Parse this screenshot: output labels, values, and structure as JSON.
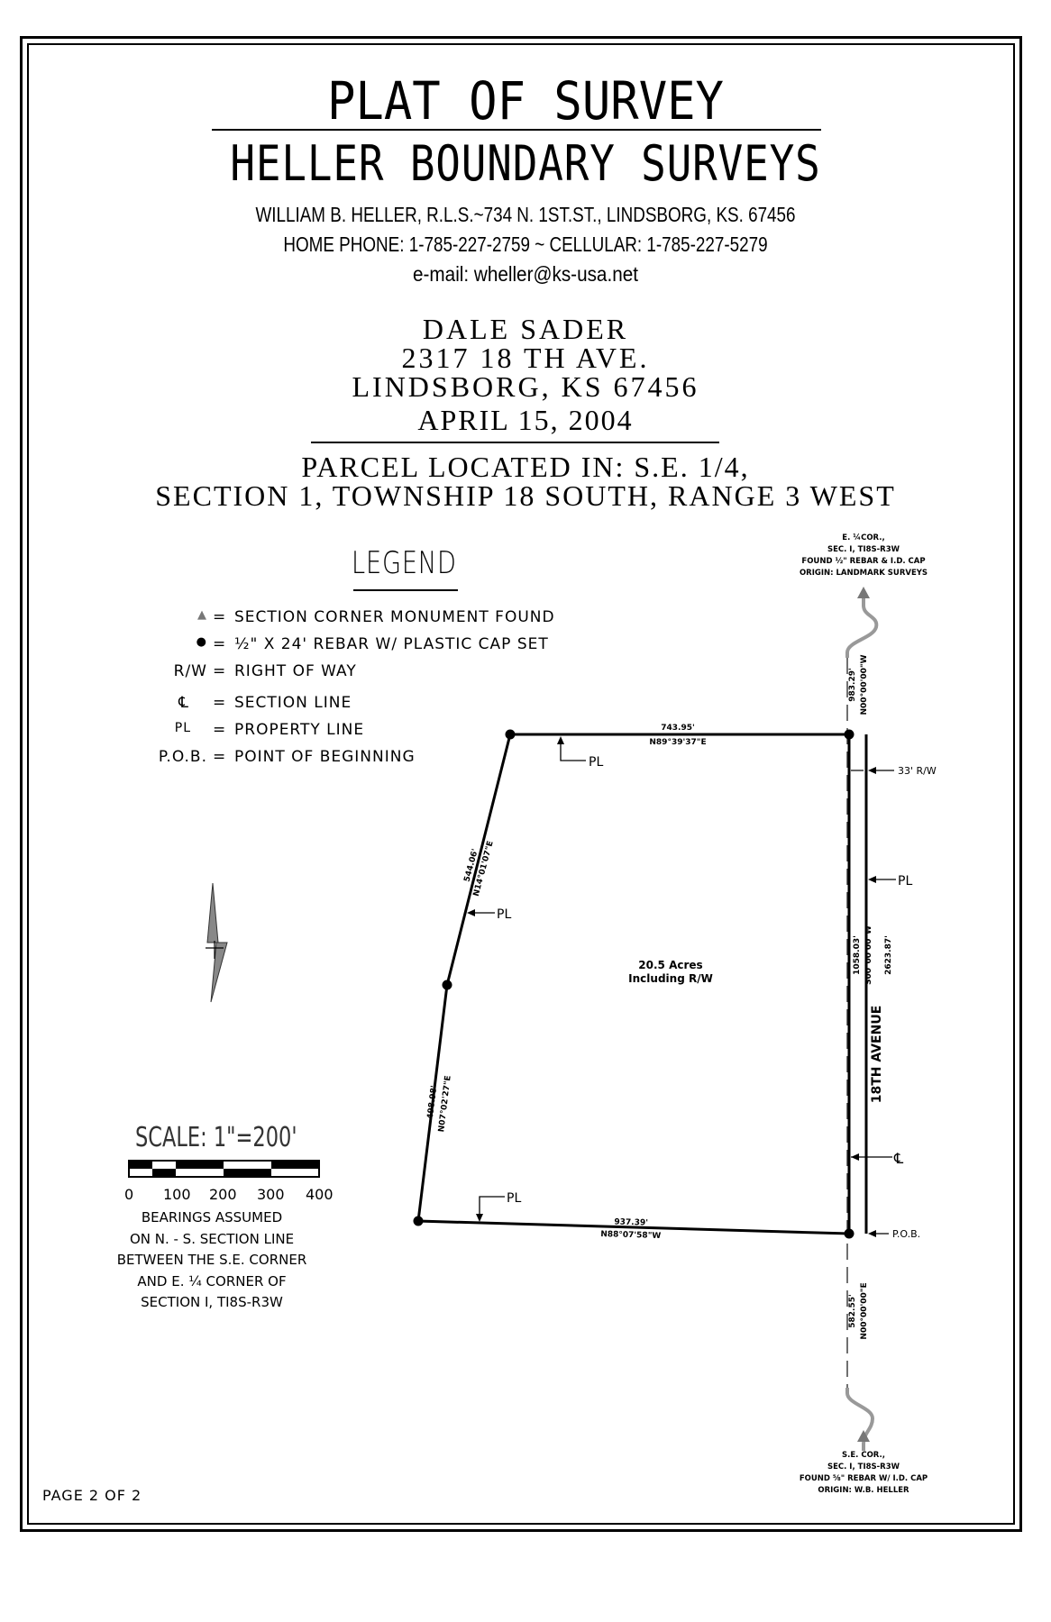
{
  "header": {
    "title": "PLAT OF SURVEY",
    "company": "HELLER BOUNDARY SURVEYS",
    "surveyor_line": "WILLIAM  B. HELLER, R.L.S.~734  N. 1ST.ST., LINDSBORG, KS. 67456",
    "phone_line": "HOME  PHONE: 1-785-227-2759  ~  CELLULAR: 1-785-227-5279",
    "email_line": "e-mail: wheller@ks-usa.net"
  },
  "client": {
    "name": "DALE SADER",
    "address": "2317 18 TH AVE.",
    "city": "LINDSBORG, KS 67456",
    "date": "APRIL 15, 2004"
  },
  "parcel": {
    "line1": "PARCEL LOCATED IN: S.E. 1/4,",
    "line2": "SECTION 1, TOWNSHIP 18 SOUTH, RANGE 3 WEST"
  },
  "legend": {
    "title": "LEGEND",
    "items": [
      {
        "symbol": "▲",
        "desc": "SECTION CORNER MONUMENT FOUND"
      },
      {
        "symbol": "●",
        "desc": "½\" X 24' REBAR W/ PLASTIC CAP SET"
      },
      {
        "symbol": "R/W",
        "desc": "RIGHT OF WAY"
      },
      {
        "symbol": "℄",
        "desc": "SECTION LINE"
      },
      {
        "symbol": "PL",
        "desc": "PROPERTY LINE"
      },
      {
        "symbol": "P.O.B.",
        "desc": "POINT OF BEGINNING"
      }
    ]
  },
  "corner_ne": {
    "line1": "E. ¼COR.,",
    "line2": "SEC. I, TI8S-R3W",
    "line3": "FOUND ½\" REBAR & I.D. CAP",
    "line4": "ORIGIN: LANDMARK SURVEYS"
  },
  "corner_se": {
    "line1": "S.E. COR.,",
    "line2": "SEC. I, TI8S-R3W",
    "line3": "FOUND ⅝\" REBAR W/ I.D. CAP",
    "line4": "ORIGIN: W.B. HELLER"
  },
  "plat": {
    "north_len": "743.95'",
    "north_bearing": "N89°39'37\"E",
    "nw_len": "544.06'",
    "nw_bearing": "N14°01'07\"E",
    "sw_len": "498.98'",
    "sw_bearing": "N07°02'27\"E",
    "south_len": "937.39'",
    "south_bearing": "N88°07'58\"W",
    "area_line1": "20.5 Acres",
    "area_line2": "Including R/W",
    "upper_len": "983.29'",
    "upper_bearing": "N00°00'00\"W",
    "east_len": "1058.03'",
    "east_bearing": "S00°00'00\"W",
    "total_len": "2623.87'",
    "lower_len": "582.55'",
    "lower_bearing": "N00°00'00\"E",
    "row_label": "33' R/W",
    "road_name": "18TH AVENUE",
    "pob": "P.O.B.",
    "pl": "PL",
    "sl": "℄"
  },
  "scale": {
    "label": "SCALE: 1\"=200'",
    "ticks": [
      "0",
      "100",
      "200",
      "300",
      "400"
    ]
  },
  "notes": {
    "line1": "BEARINGS ASSUMED",
    "line2": "ON N. - S. SECTION LINE",
    "line3": "BETWEEN THE S.E. CORNER",
    "line4": "AND E. ¼ CORNER OF",
    "line5": "SECTION I, TI8S-R3W"
  },
  "footer": {
    "page": "PAGE 2 OF 2"
  }
}
